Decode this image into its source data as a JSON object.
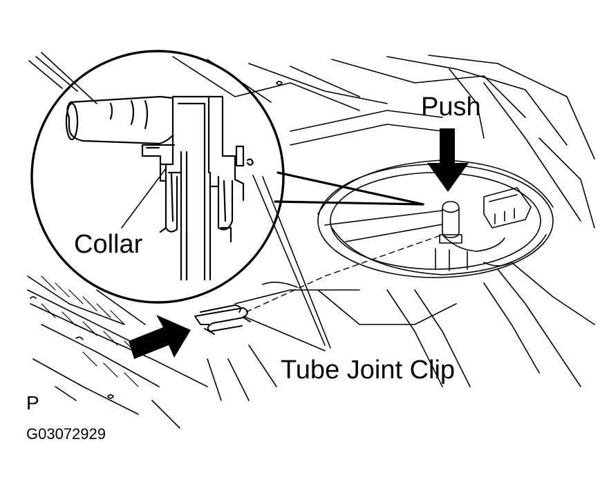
{
  "labels": {
    "push": "Push",
    "collar": "Collar",
    "tube_joint_clip": "Tube Joint Clip",
    "view_letter": "P",
    "figure_code": "G03072929"
  },
  "colors": {
    "ink": "#000000",
    "paper": "#ffffff"
  }
}
